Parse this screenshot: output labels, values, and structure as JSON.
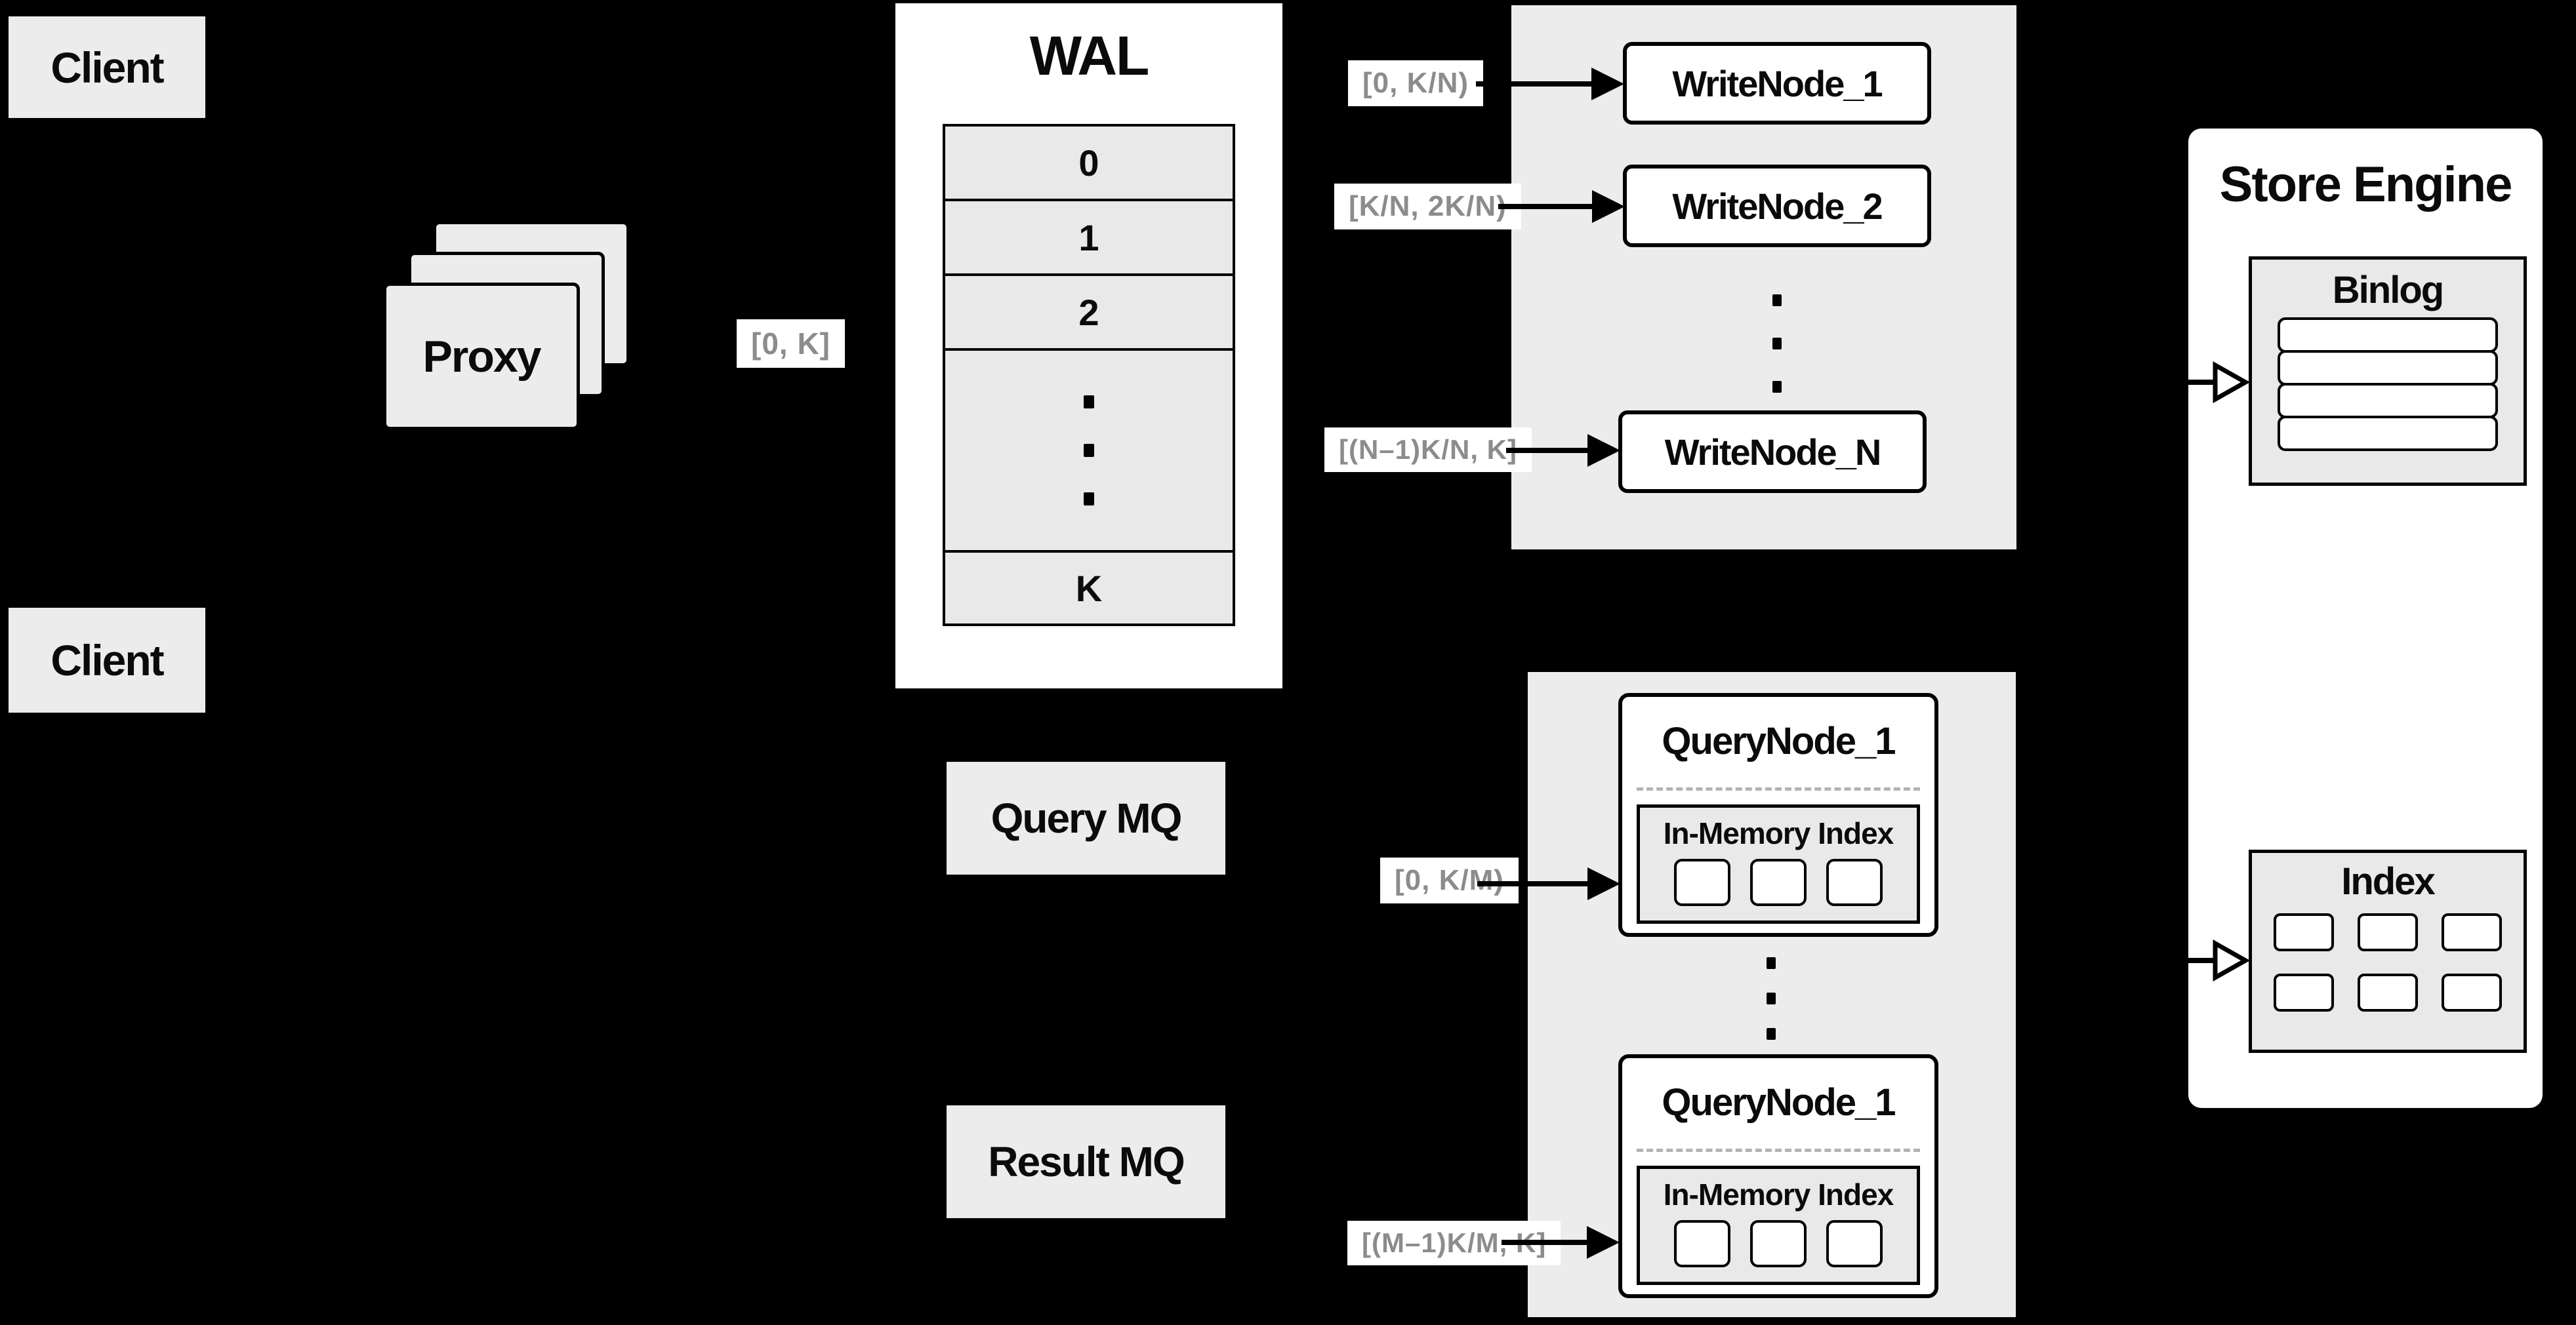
{
  "colors": {
    "background": "#000000",
    "panel_gray": "#ececec",
    "inner_gray": "#e9e9e9",
    "box_white": "#ffffff",
    "border": "#000000",
    "chip_text": "#8c8c8c",
    "dashed_divider": "#b3b3b3"
  },
  "clients": {
    "top": "Client",
    "bottom": "Client"
  },
  "proxy": {
    "label": "Proxy",
    "range_chip": "[0, K]"
  },
  "wal": {
    "title": "WAL",
    "rows": [
      "0",
      "1",
      "2"
    ],
    "last_row": "K"
  },
  "write_nodes": {
    "nodes": [
      "WriteNode_1",
      "WriteNode_2",
      "WriteNode_N"
    ],
    "ranges": [
      "[0, K/N)",
      "[K/N, 2K/N)",
      "[(N–1)K/N, K]"
    ]
  },
  "store_engine": {
    "title": "Store Engine",
    "binlog_title": "Binlog",
    "index_title": "Index"
  },
  "mq": {
    "query": "Query MQ",
    "result": "Result MQ"
  },
  "query_nodes": {
    "top_title": "QueryNode_1",
    "bottom_title": "QueryNode_1",
    "inmem_title": "In-Memory Index",
    "ranges": [
      "[0, K/M)",
      "[(M–1)K/M, K]"
    ]
  }
}
